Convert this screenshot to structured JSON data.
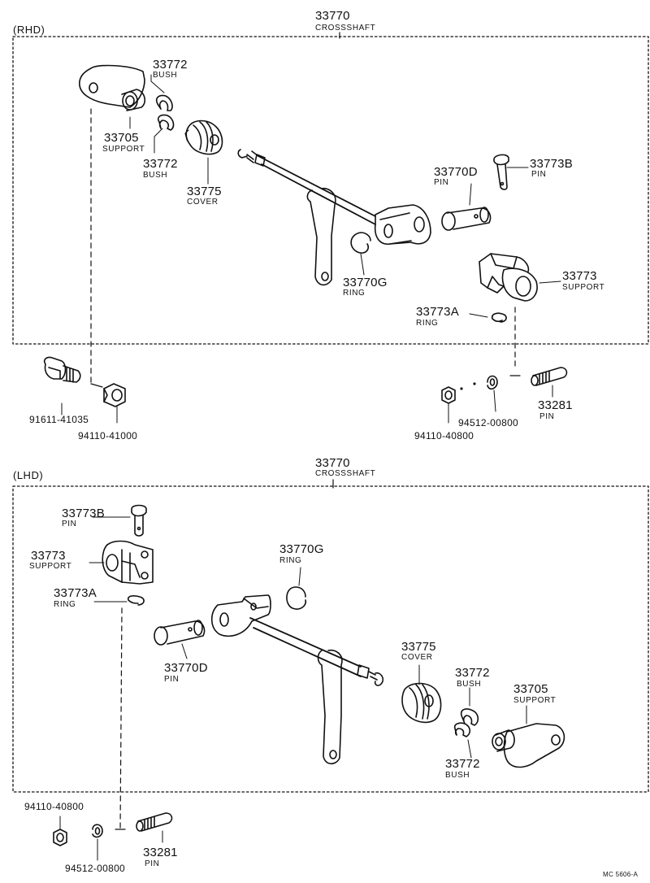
{
  "sections": {
    "rhd": {
      "title": "(RHD)",
      "assembly": {
        "number": "33770",
        "name": "CROSSSHAFT"
      },
      "parts": {
        "bush_top": {
          "number": "33772",
          "name": "BUSH"
        },
        "support_plate": {
          "number": "33705",
          "name": "SUPPORT"
        },
        "bush_bottom": {
          "number": "33772",
          "name": "BUSH"
        },
        "cover": {
          "number": "33775",
          "name": "COVER"
        },
        "pin_d": {
          "number": "33770D",
          "name": "PIN"
        },
        "pin_b": {
          "number": "33773B",
          "name": "PIN"
        },
        "ring_g": {
          "number": "33770G",
          "name": "RING"
        },
        "support": {
          "number": "33773",
          "name": "SUPPORT"
        },
        "ring_a": {
          "number": "33773A",
          "name": "RING"
        }
      },
      "hardware": {
        "bolt": "91611-41035",
        "nut": "94110-41000",
        "nut_small": "94110-40800",
        "washer": "94512-00800",
        "pin": {
          "number": "33281",
          "name": "PIN"
        }
      }
    },
    "lhd": {
      "title": "(LHD)",
      "assembly": {
        "number": "33770",
        "name": "CROSSSHAFT"
      },
      "parts": {
        "pin_b": {
          "number": "33773B",
          "name": "PIN"
        },
        "support": {
          "number": "33773",
          "name": "SUPPORT"
        },
        "ring_a": {
          "number": "33773A",
          "name": "RING"
        },
        "ring_g": {
          "number": "33770G",
          "name": "RING"
        },
        "pin_d": {
          "number": "33770D",
          "name": "PIN"
        },
        "cover": {
          "number": "33775",
          "name": "COVER"
        },
        "bush_top": {
          "number": "33772",
          "name": "BUSH"
        },
        "support_plate": {
          "number": "33705",
          "name": "SUPPORT"
        },
        "bush_bottom": {
          "number": "33772",
          "name": "BUSH"
        }
      },
      "hardware": {
        "nut_small": "94110-40800",
        "washer": "94512-00800",
        "pin": {
          "number": "33281",
          "name": "PIN"
        }
      }
    }
  },
  "footer_code": "MC 5606-A"
}
